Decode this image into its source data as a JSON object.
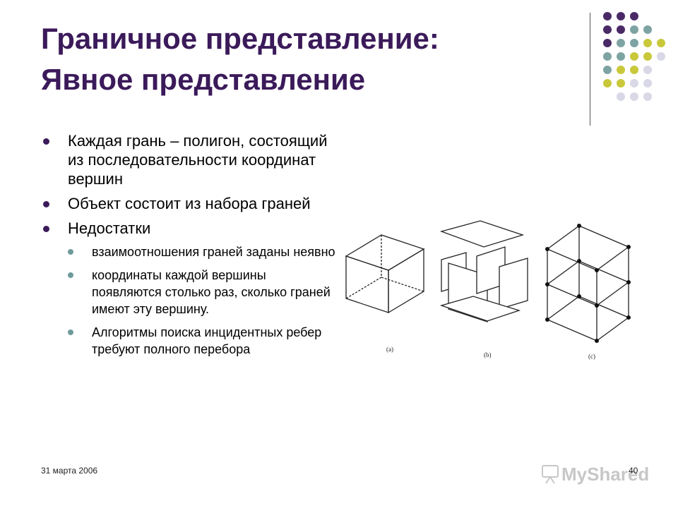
{
  "slide": {
    "title_line1": "Граничное представление:",
    "title_line2": "Явное представление",
    "bullets": [
      {
        "text": "Каждая грань – полигон, состоящий из последовательности координат вершин"
      },
      {
        "text": "Объект состоит из набора граней"
      },
      {
        "text": "Недостатки"
      }
    ],
    "sub_bullets": [
      {
        "text": "взаимоотношения граней заданы неявно"
      },
      {
        "text": "координаты каждой вершины появляются столько раз, сколько граней имеют эту вершину."
      },
      {
        "text": "Алгоритмы поиска инцидентных ребер требуют полного перебора"
      }
    ],
    "figure_labels": [
      "(a)",
      "(b)",
      "(c)"
    ],
    "footer_date": "31 марта 2006",
    "page_number": "40",
    "watermark": "MyShared"
  },
  "colors": {
    "title": "#3b1a5a",
    "dot_purple": "#4a2a66",
    "dot_teal": "#7ea3a3",
    "dot_olive": "#c9c83a",
    "dot_lavender": "#d8d8e6"
  }
}
